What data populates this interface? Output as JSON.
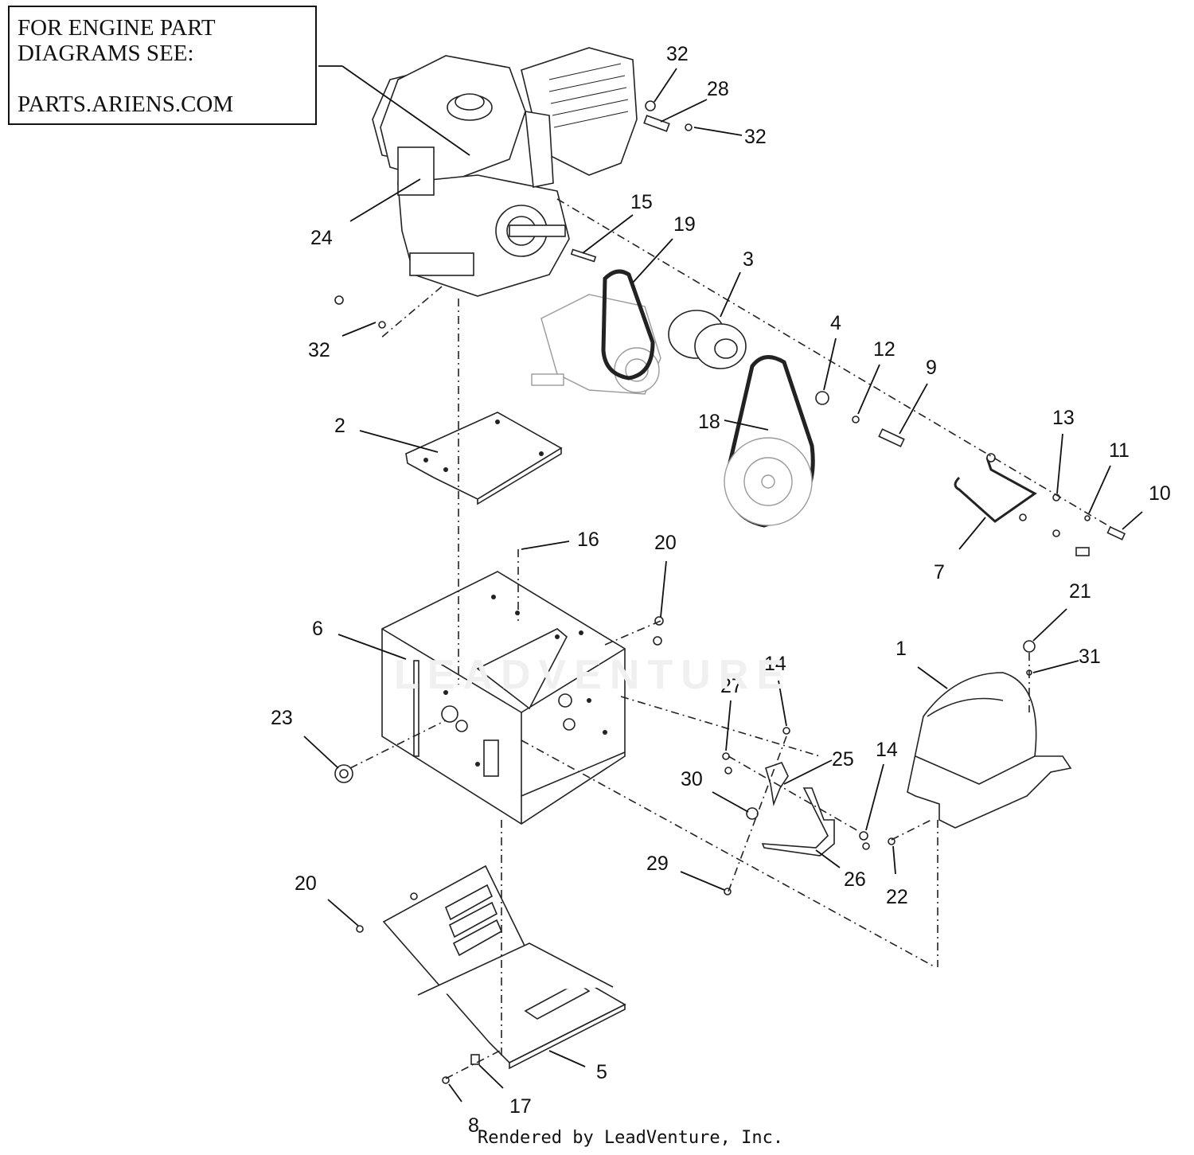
{
  "note": {
    "line1": "FOR ENGINE PART",
    "line2": "DIAGRAMS SEE:",
    "line3": "PARTS.ARIENS.COM"
  },
  "footer": "Rendered by LeadVenture, Inc.",
  "watermark": "LEADVENTURE",
  "callouts": [
    "32",
    "28",
    "32",
    "15",
    "19",
    "3",
    "24",
    "32",
    "4",
    "12",
    "9",
    "18",
    "13",
    "11",
    "10",
    "7",
    "2",
    "16",
    "20",
    "21",
    "6",
    "31",
    "1",
    "14",
    "27",
    "23",
    "25",
    "14",
    "30",
    "26",
    "22",
    "29",
    "20",
    "5",
    "17",
    "8"
  ]
}
